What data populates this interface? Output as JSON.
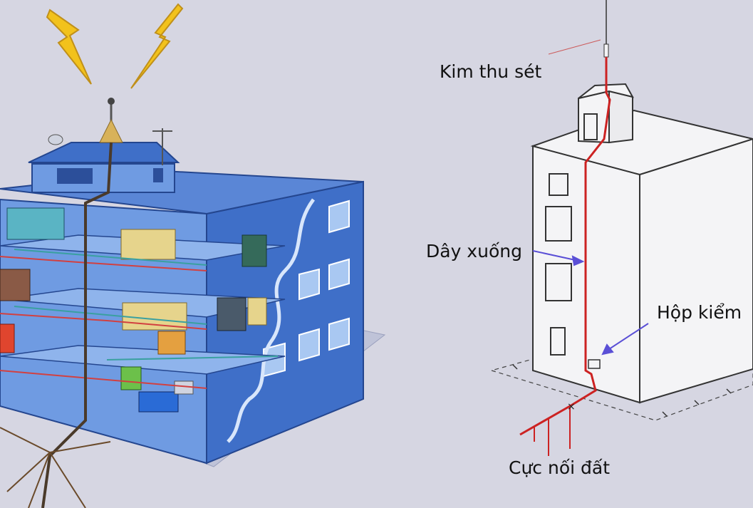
{
  "labels": {
    "rod": "Kim thu sét",
    "down": "Dây xuống",
    "box": "Hộp kiểm",
    "ground": "Cực nối đất"
  },
  "colors": {
    "background": "#d6d6e2",
    "building_blue": "#3f6fc8",
    "conductor_red": "#cc2222",
    "pointer_blue": "#5a4fd6",
    "lightning": "#f2c21c"
  },
  "icons": {
    "left": [
      "lightning-bolt-icon",
      "lightning-bolt-icon",
      "building-icon"
    ],
    "right": [
      "building-icon"
    ]
  }
}
